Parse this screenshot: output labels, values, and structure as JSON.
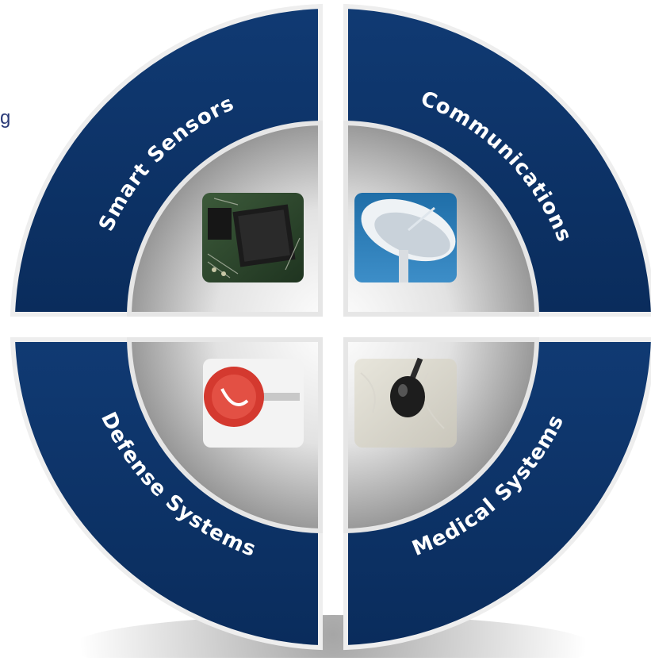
{
  "fragment_text": "g",
  "quadrants": [
    {
      "label": "Smart Sensors",
      "icon": "circuit-board-icon"
    },
    {
      "label": "Communications",
      "icon": "satellite-dish-icon"
    },
    {
      "label": "Defense Systems",
      "icon": "key-icon"
    },
    {
      "label": "Medical Systems",
      "icon": "stethoscope-icon"
    }
  ],
  "colors": {
    "ring": "#0d3468",
    "ring_border": "#f2f2f2",
    "inner_light": "#f4f4f4",
    "inner_dark": "#9a9a9a"
  }
}
